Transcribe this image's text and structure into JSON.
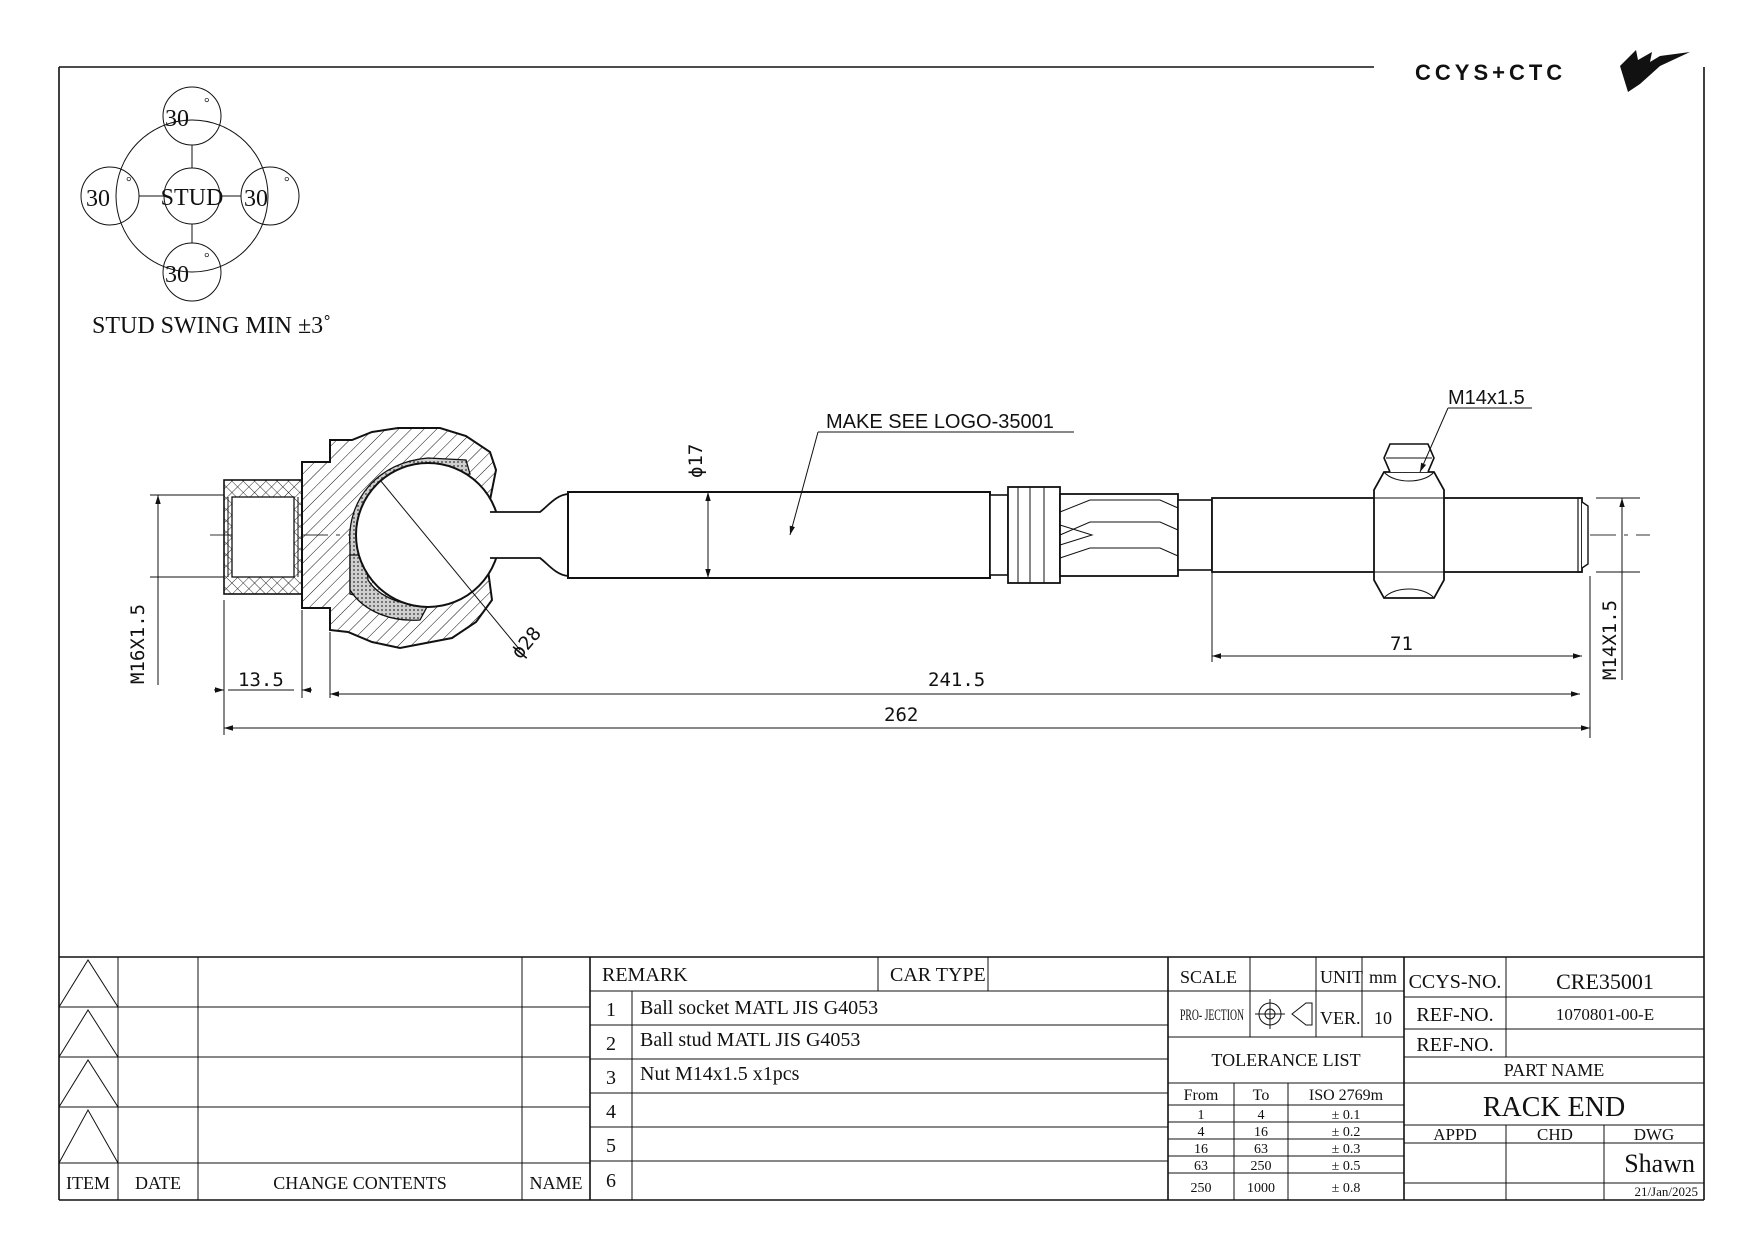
{
  "logo": {
    "text": "CCYS+CTC"
  },
  "swing": {
    "center_label": "STUD",
    "angles": [
      "30",
      "30",
      "30",
      "30"
    ],
    "degree_mark": "°",
    "caption": "STUD SWING MIN ±3˚"
  },
  "drawing": {
    "note_logo": "MAKE SEE LOGO-35001",
    "note_thread_nut": "M14x1.5",
    "dim_phi17": "ϕ17",
    "dim_phi28": "ϕ28",
    "dim_thread_left": "M16X1.5",
    "dim_thread_right": "M14X1.5",
    "dim_13_5": "13.5",
    "dim_241_5": "241.5",
    "dim_262": "262",
    "dim_71": "71"
  },
  "revision": {
    "headers": {
      "item": "ITEM",
      "date": "DATE",
      "change": "CHANGE CONTENTS",
      "name": "NAME"
    }
  },
  "remarks": {
    "header_remark": "REMARK",
    "header_car_type": "CAR TYPE",
    "rows": [
      {
        "no": "1",
        "text": "Ball socket MATL JIS G4053"
      },
      {
        "no": "2",
        "text": "Ball stud MATL JIS G4053"
      },
      {
        "no": "3",
        "text": "Nut M14x1.5 x1pcs"
      },
      {
        "no": "4",
        "text": ""
      },
      {
        "no": "5",
        "text": ""
      },
      {
        "no": "6",
        "text": ""
      }
    ]
  },
  "scale_block": {
    "scale": "SCALE",
    "unit": "UNIT",
    "unit_value": "mm",
    "projection": "PRO- JECTION",
    "ver": "VER.",
    "ver_value": "10",
    "tolerance_title": "TOLERANCE LIST",
    "tol_headers": {
      "from": "From",
      "to": "To",
      "iso": "ISO 2769m"
    },
    "tolerances": [
      {
        "from": "1",
        "to": "4",
        "tol": "± 0.1"
      },
      {
        "from": "4",
        "to": "16",
        "tol": "± 0.2"
      },
      {
        "from": "16",
        "to": "63",
        "tol": "± 0.3"
      },
      {
        "from": "63",
        "to": "250",
        "tol": "± 0.5"
      },
      {
        "from": "250",
        "to": "1000",
        "tol": "± 0.8"
      }
    ]
  },
  "title_block": {
    "ccys_no_label": "CCYS-NO.",
    "ccys_no": "CRE35001",
    "ref_no_label": "REF-NO.",
    "ref_no": "1070801-00-E",
    "ref_no2_label": "REF-NO.",
    "ref_no2": "",
    "part_name_label": "PART NAME",
    "part_name": "RACK END",
    "appd": "APPD",
    "chd": "CHD",
    "dwg": "DWG",
    "drawn_by": "Shawn",
    "date": "21/Jan/2025"
  }
}
